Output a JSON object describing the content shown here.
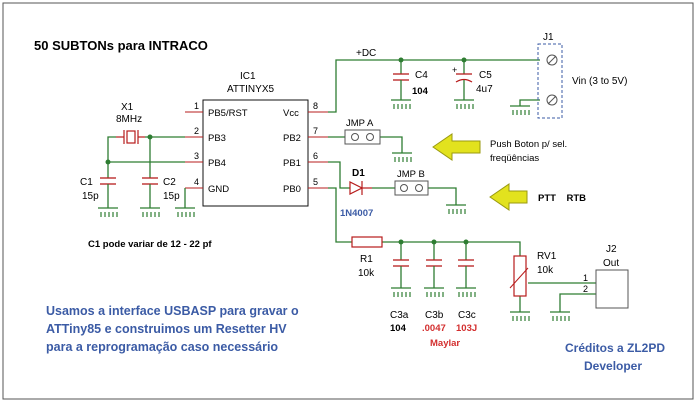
{
  "title": "50 SUBTONs para INTRACO",
  "ic": {
    "ref": "IC1",
    "part": "ATTINYX5",
    "pins": [
      {
        "num": "1",
        "name": "PB5/RST"
      },
      {
        "num": "2",
        "name": "PB3"
      },
      {
        "num": "3",
        "name": "PB4"
      },
      {
        "num": "4",
        "name": "GND"
      },
      {
        "num": "8",
        "name": "Vcc"
      },
      {
        "num": "7",
        "name": "PB2"
      },
      {
        "num": "6",
        "name": "PB1"
      },
      {
        "num": "5",
        "name": "PB0"
      }
    ]
  },
  "crystal": {
    "ref": "X1",
    "value": "8MHz"
  },
  "c1": {
    "ref": "C1",
    "value": "15p"
  },
  "c2": {
    "ref": "C2",
    "value": "15p"
  },
  "c1_note": "C1 pode variar de 12 - 22 pf",
  "supply": {
    "label": "+DC"
  },
  "c4": {
    "ref": "C4",
    "value": "104"
  },
  "c5": {
    "ref": "C5",
    "value": "4u7",
    "polarity": "+"
  },
  "j1": {
    "ref": "J1",
    "label": "Vin (3 to 5V)"
  },
  "jmp_a": {
    "label": "JMP A"
  },
  "jmp_b": {
    "label": "JMP B"
  },
  "d1": {
    "ref": "D1",
    "value": "1N4007"
  },
  "push_note": "Push Boton p/ sel. freqüências",
  "ptt_note": "PTT    RTB",
  "r1": {
    "ref": "R1",
    "value": "10k"
  },
  "c3a": {
    "ref": "C3a",
    "value": "104"
  },
  "c3b": {
    "ref": "C3b",
    "value": ".0047"
  },
  "c3c": {
    "ref": "C3c",
    "value": "103J"
  },
  "maylar": "Maylar",
  "rv1": {
    "ref": "RV1",
    "value": "10k"
  },
  "j2": {
    "ref": "J2",
    "label": "Out",
    "pin1": "1",
    "pin2": "2"
  },
  "info_text": [
    "Usamos a interface USBASP para gravar o",
    "ATTiny85 e construimos um Resetter HV",
    "para a reprogramação caso necessário"
  ],
  "credits": [
    "Créditos a ZL2PD",
    "Developer"
  ],
  "colors": {
    "wire": "#2e7d32",
    "component": "#b71c1c",
    "text_blue": "#3b5ba5",
    "text_red": "#d32f2f",
    "arrow": "#e2e21e"
  }
}
